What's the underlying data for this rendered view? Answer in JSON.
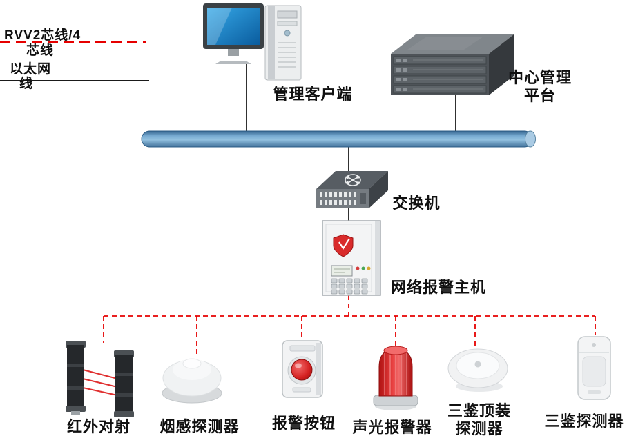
{
  "legend": {
    "rvv": {
      "line1": "RVV2芯线/4",
      "line2": "芯线"
    },
    "ethernet": {
      "line1": "以太网",
      "line2": "线"
    }
  },
  "nodes": {
    "client": {
      "label": "管理客户端"
    },
    "server": {
      "line1": "中心管理",
      "line2": "平台"
    },
    "switch": {
      "label": "交换机"
    },
    "alarm_host": {
      "label": "网络报警主机"
    }
  },
  "devices": [
    {
      "name": "ir-beam-detector",
      "label": "红外对射"
    },
    {
      "name": "smoke-detector",
      "label": "烟感探测器"
    },
    {
      "name": "alarm-button",
      "label": "报警按钮"
    },
    {
      "name": "sound-light-alarm",
      "label": "声光报警器"
    },
    {
      "name": "triple-tech-ceiling-detector",
      "line1": "三鉴顶装",
      "line2": "探测器"
    },
    {
      "name": "triple-tech-detector",
      "label": "三鉴探测器"
    }
  ],
  "colors": {
    "alarm_loop_dashed": "#e60000",
    "ethernet_line": "#1a1a1a",
    "bus_blue": "#6fa3c9",
    "alarm_red": "#d42020"
  }
}
